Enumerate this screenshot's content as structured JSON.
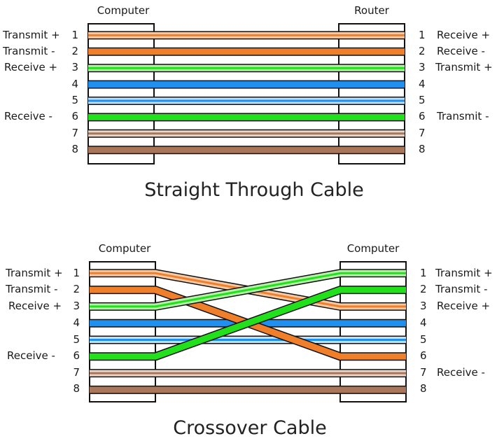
{
  "colors": {
    "orange": "#f07f2c",
    "light_orange": "#f7c9a3",
    "green": "#23e01c",
    "light_green": "#b4f2a8",
    "blue": "#1f8ff0",
    "light_blue": "#bfe0fb",
    "brown": "#a9765a",
    "light_brown": "#e9d6ca",
    "outline": "#111111"
  },
  "straight": {
    "title": "Straight Through Cable",
    "left_device": "Computer",
    "right_device": "Router",
    "left_pins": [
      "1",
      "2",
      "3",
      "4",
      "5",
      "6",
      "7",
      "8"
    ],
    "right_pins": [
      "1",
      "2",
      "3",
      "4",
      "5",
      "6",
      "7",
      "8"
    ],
    "left_signals": [
      "Transmit +",
      "Transmit -",
      "Receive +",
      "",
      "",
      "Receive -",
      "",
      ""
    ],
    "right_signals": [
      "Receive +",
      "Receive -",
      "Transmit +",
      "",
      "",
      "Transmit -",
      "",
      ""
    ],
    "wires": [
      {
        "pin": 1,
        "color": "orange",
        "striped": true
      },
      {
        "pin": 2,
        "color": "orange",
        "striped": false
      },
      {
        "pin": 3,
        "color": "green",
        "striped": true
      },
      {
        "pin": 4,
        "color": "blue",
        "striped": false
      },
      {
        "pin": 5,
        "color": "blue",
        "striped": true
      },
      {
        "pin": 6,
        "color": "green",
        "striped": false
      },
      {
        "pin": 7,
        "color": "brown",
        "striped": true
      },
      {
        "pin": 8,
        "color": "brown",
        "striped": false
      }
    ]
  },
  "crossover": {
    "title": "Crossover Cable",
    "left_device": "Computer",
    "right_device": "Computer",
    "left_pins": [
      "1",
      "2",
      "3",
      "4",
      "5",
      "6",
      "7",
      "8"
    ],
    "right_pins": [
      "1",
      "2",
      "3",
      "4",
      "5",
      "6",
      "7",
      "8"
    ],
    "left_signals": [
      "Transmit +",
      "Transmit -",
      "Receive +",
      "",
      "",
      "Receive -",
      "",
      ""
    ],
    "right_signals": [
      "Transmit +",
      "Transmit -",
      "Receive +",
      "",
      "",
      "",
      "Receive -",
      ""
    ],
    "wires": [
      {
        "from": 1,
        "to": 3,
        "color": "orange",
        "striped": true
      },
      {
        "from": 2,
        "to": 6,
        "color": "orange",
        "striped": false
      },
      {
        "from": 3,
        "to": 1,
        "color": "green",
        "striped": true
      },
      {
        "from": 4,
        "to": 4,
        "color": "blue",
        "striped": false
      },
      {
        "from": 5,
        "to": 5,
        "color": "blue",
        "striped": true
      },
      {
        "from": 6,
        "to": 2,
        "color": "green",
        "striped": false
      },
      {
        "from": 7,
        "to": 7,
        "color": "brown",
        "striped": true
      },
      {
        "from": 8,
        "to": 8,
        "color": "brown",
        "striped": false
      }
    ]
  }
}
